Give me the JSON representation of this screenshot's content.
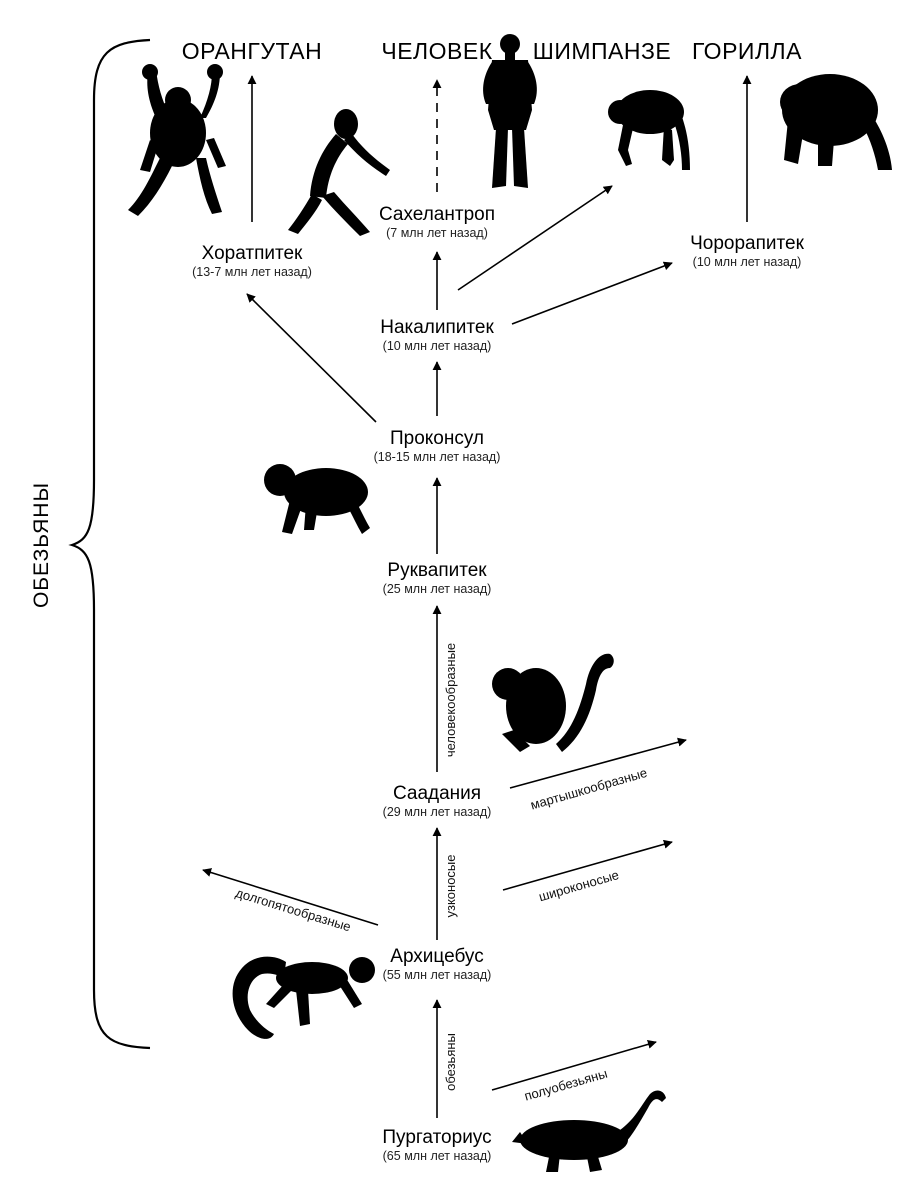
{
  "diagram": {
    "group_label": "ОБЕЗЬЯНЫ",
    "top_labels": {
      "orangutan": "ОРАНГУТАН",
      "human": "ЧЕЛОВЕК",
      "chimp": "ШИМПАНЗЕ",
      "gorilla": "ГОРИЛЛА"
    },
    "nodes": {
      "purgatorius": {
        "name": "Пургаториус",
        "age": "(65 млн лет назад)"
      },
      "archicebus": {
        "name": "Архицебус",
        "age": "(55 млн лет назад)"
      },
      "saadania": {
        "name": "Саадания",
        "age": "(29 млн лет назад)"
      },
      "rukwapithecus": {
        "name": "Руквапитек",
        "age": "(25 млн лет назад)"
      },
      "proconsul": {
        "name": "Проконсул",
        "age": "(18-15 млн лет назад)"
      },
      "nakalipithecus": {
        "name": "Накалипитек",
        "age": "(10 млн лет назад)"
      },
      "khoratpithecus": {
        "name": "Хоратпитек",
        "age": "(13-7 млн лет назад)"
      },
      "sahelanthropus": {
        "name": "Сахелантроп",
        "age": "(7 млн лет назад)"
      },
      "chororapithecus": {
        "name": "Чорорапитек",
        "age": "(10 млн лет назад)"
      }
    },
    "edge_labels": {
      "monkeys": "обезьяны",
      "prosimians": "полуобезьяны",
      "tarsiers": "долгопятообразные",
      "catarrhines": "узконосые",
      "platyrrhines": "широконосые",
      "hominoids": "человекообразные",
      "cercopithecoids": "мартышкообразные"
    },
    "icons": [
      "orangutan-icon",
      "australopithecus-icon",
      "human-icon",
      "chimpanzee-icon",
      "gorilla-icon",
      "proconsul-icon",
      "monkey-icon",
      "lemur-icon",
      "rodent-icon"
    ]
  }
}
